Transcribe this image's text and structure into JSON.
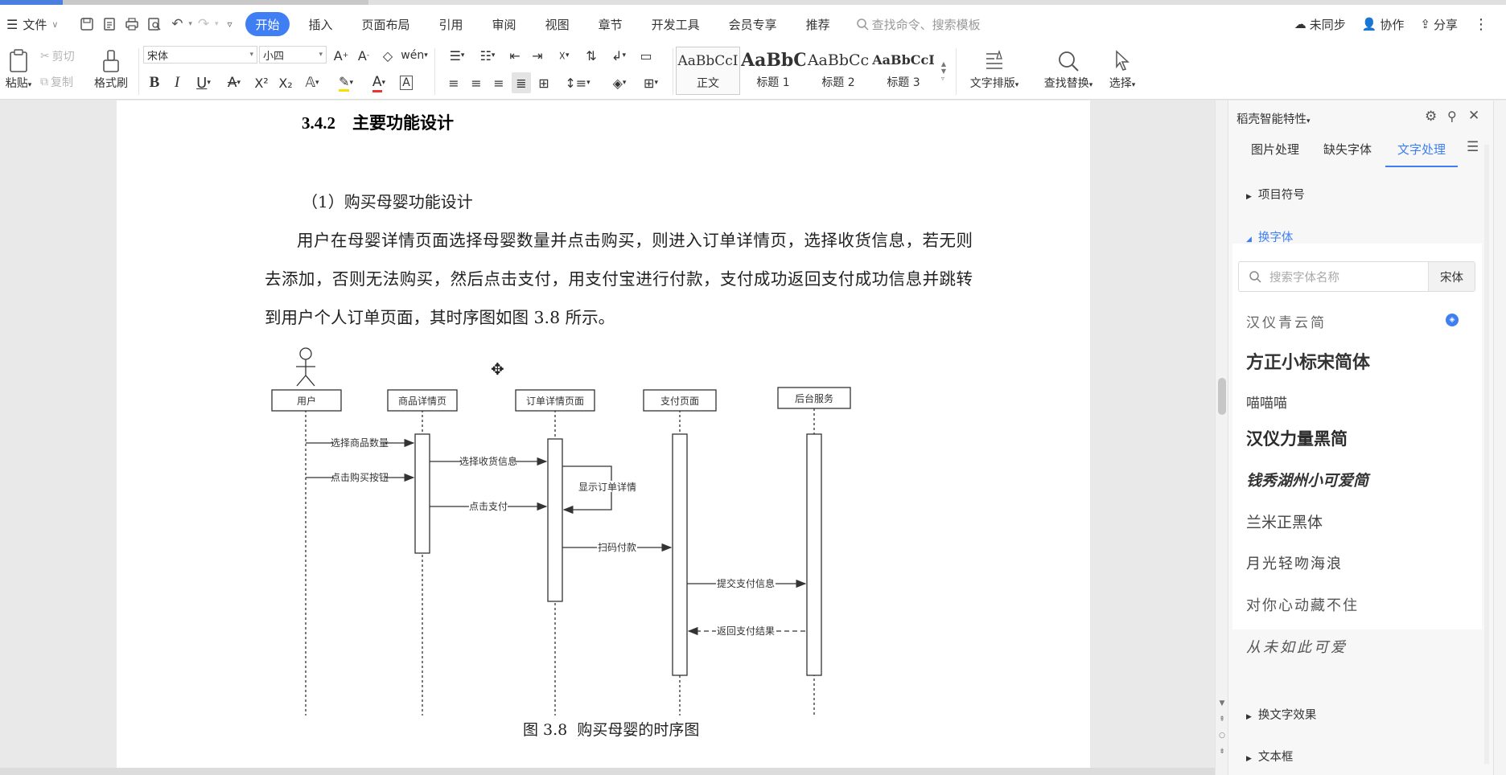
{
  "menu": {
    "file": "文件",
    "tabs": [
      "开始",
      "插入",
      "页面布局",
      "引用",
      "审阅",
      "视图",
      "章节",
      "开发工具",
      "会员专享",
      "推荐"
    ],
    "active_tab": "开始",
    "search_placeholder": "查找命令、搜索模板",
    "sync": "未同步",
    "collab": "协作",
    "share": "分享"
  },
  "ribbon": {
    "paste": "粘贴",
    "cut": "剪切",
    "copy": "复制",
    "format_painter": "格式刷",
    "font_name": "宋体",
    "font_size": "小四",
    "styles": [
      {
        "preview": "AaBbCcI",
        "label": "正文"
      },
      {
        "preview": "AaBbC",
        "label": "标题 1"
      },
      {
        "preview": "AaBbCc",
        "label": "标题 2"
      },
      {
        "preview": "AaBbCcI",
        "label": "标题 3"
      }
    ],
    "text_layout": "文字排版",
    "find_replace": "查找替换",
    "select": "选择"
  },
  "document": {
    "heading": "3.4.2    主要功能设计",
    "subheading": "（1）购买母婴功能设计",
    "paragraph": "用户在母婴详情页面选择母婴数量并点击购买，则进入订单详情页，选择收货信息，若无则去添加，否则无法购买，然后点击支付，用支付宝进行付款，支付成功返回支付成功信息并跳转到用户个人订单页面，其时序图如图 3.8 所示。",
    "caption": "图 3.8  购买母婴的时序图",
    "diagram": {
      "participants": [
        "用户",
        "商品详情页",
        "订单详情页面",
        "支付页面",
        "后台服务"
      ],
      "messages": [
        "选择商品数量",
        "点击购买按钮",
        "选择收货信息",
        "点击支付",
        "显示订单详情",
        "扫码付款",
        "提交支付信息",
        "返回支付结果"
      ]
    }
  },
  "panel": {
    "title": "稻壳智能特性",
    "tabs": [
      "图片处理",
      "缺失字体",
      "文字处理"
    ],
    "active_tab": "文字处理",
    "section_bullets": "项目符号",
    "section_fonts": "换字体",
    "font_search_placeholder": "搜索字体名称",
    "current_font": "宋体",
    "fonts": [
      "汉仪青云简",
      "方正小标宋简体",
      "喵喵喵",
      "汉仪力量黑简",
      "钱秀湖州小可爱简",
      "兰米正黑体",
      "月光轻吻海浪",
      "对你心动藏不住",
      "从未如此可爱"
    ],
    "section_effects": "换文字效果",
    "section_textbox": "文本框",
    "accent_color": "#3f7ff3"
  }
}
